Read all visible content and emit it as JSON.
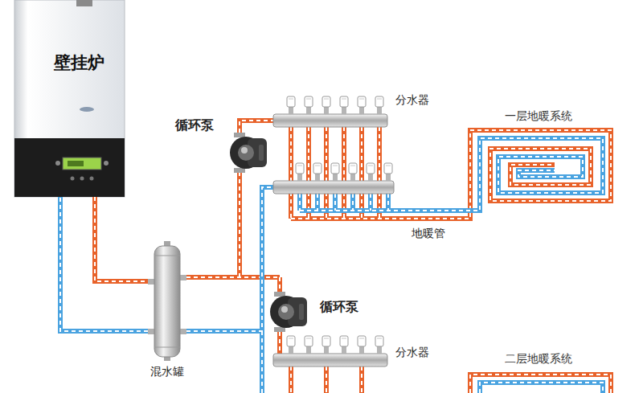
{
  "diagram": {
    "nodes": [
      {
        "text": [
          "壁挂炉"
        ]
      },
      {
        "text": [
          "一层地暖系统"
        ]
      },
      {
        "text": [
          "混水罐"
        ]
      },
      {
        "text": [
          "二层地暖系统"
        ]
      }
    ],
    "edges": [
      {
        "from": 0,
        "to": 2,
        "arrow": "none"
      },
      {
        "from": 2,
        "to": 0,
        "arrow": "none"
      }
    ],
    "labels": [
      "循环泵",
      "分水器",
      "地暖管",
      "循环泵",
      "分水器"
    ]
  }
}
